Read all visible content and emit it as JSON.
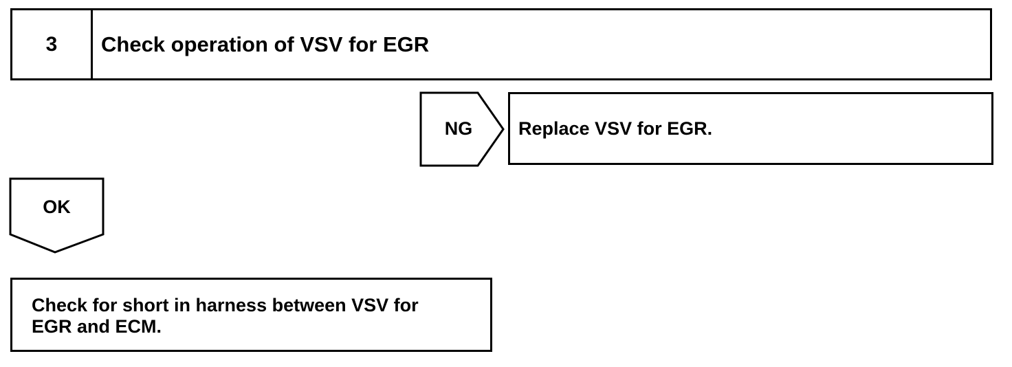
{
  "step": {
    "number": "3",
    "title": "Check operation of VSV for EGR"
  },
  "ng_branch": {
    "label": "NG",
    "action": "Replace VSV for EGR."
  },
  "ok_branch": {
    "label": "OK"
  },
  "next_check": {
    "line1": "Check for short in harness between VSV for",
    "line2": "EGR and ECM."
  }
}
